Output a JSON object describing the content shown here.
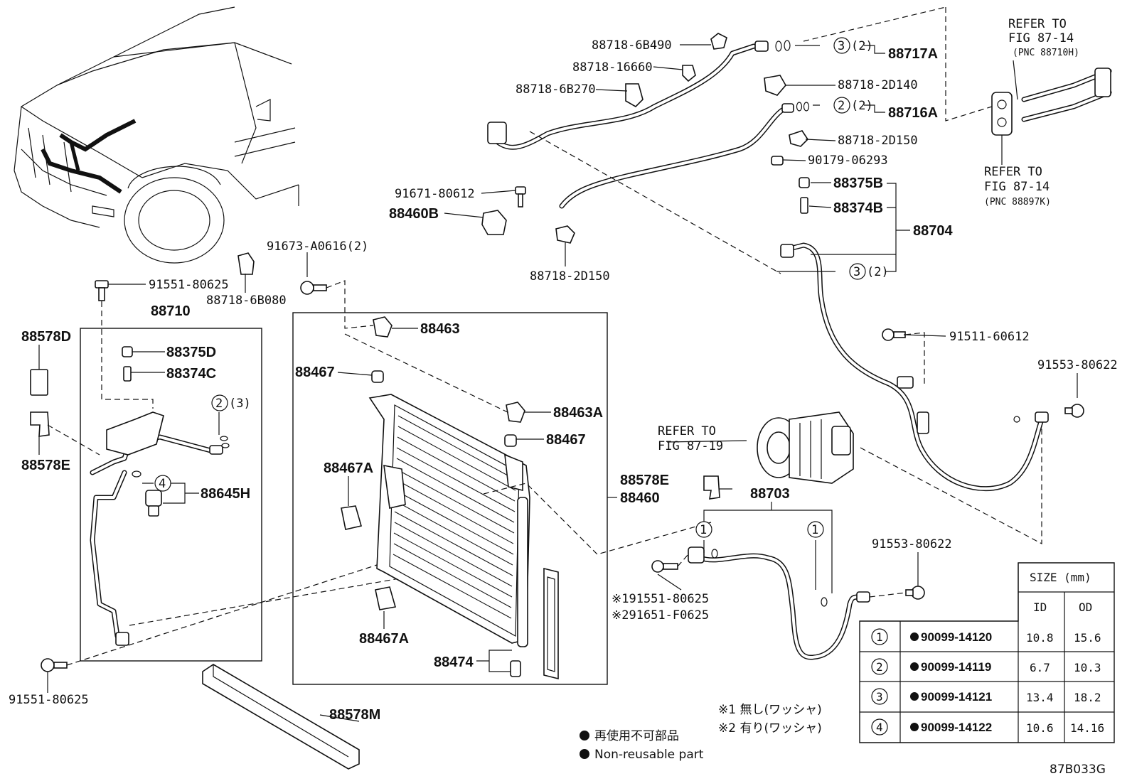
{
  "labels": {
    "p88718_6B490": "88718-6B490",
    "p88718_16660": "88718-16660",
    "p88718_6B270": "88718-6B270",
    "p88717A": "88717A",
    "p88718_2D140": "88718-2D140",
    "p88716A": "88716A",
    "p88718_2D150a": "88718-2D150",
    "p90179": "90179-06293",
    "p88375B": "88375B",
    "p88374B": "88374B",
    "p88704": "88704",
    "p91671": "91671-80612",
    "p88460B": "88460B",
    "p88718_2D150b": "88718-2D150",
    "p91673": "91673-A0616(2)",
    "p88718_6B080": "88718-6B080",
    "p91551_top": "91551-80625",
    "p88710": "88710",
    "p88578D": "88578D",
    "p88375D": "88375D",
    "p88374C": "88374C",
    "p88578E_left": "88578E",
    "p88645H": "88645H",
    "p91551_bottom": "91551-80625",
    "p88463": "88463",
    "p88467_a": "88467",
    "p88463A": "88463A",
    "p88467_b": "88467",
    "p88467A_a": "88467A",
    "p88467A_b": "88467A",
    "p88474": "88474",
    "p88578M": "88578M",
    "p88578E_right": "88578E",
    "p88460": "88460",
    "p88703": "88703",
    "p91511": "91511-60612",
    "p91553_a": "91553-80622",
    "p91553_b": "91553-80622",
    "note1": "※191551-80625",
    "note2": "※291651-F0625",
    "qty2a": "(2)",
    "qty2b": "(2)",
    "qty2c": "(2)",
    "qty3": "(3)",
    "refer1_l1": "REFER TO",
    "refer1_l2": "FIG 87-14",
    "refer1_l3": "(PNC 88710H)",
    "refer2_l1": "REFER TO",
    "refer2_l2": "FIG 87-14",
    "refer2_l3": "(PNC 88897K)",
    "refer3_l1": "REFER TO",
    "refer3_l2": "FIG 87-19",
    "circle1": "1",
    "circle2": "2",
    "circle3": "3",
    "circle4": "4"
  },
  "size_table": {
    "title": "SIZE (mm)",
    "col_id": "ID",
    "col_od": "OD",
    "rows": [
      {
        "no": "1",
        "part": "90099-14120",
        "id": "10.8",
        "od": "15.6"
      },
      {
        "no": "2",
        "part": "90099-14119",
        "id": "6.7",
        "od": "10.3"
      },
      {
        "no": "3",
        "part": "90099-14121",
        "id": "13.4",
        "od": "18.2"
      },
      {
        "no": "4",
        "part": "90099-14122",
        "id": "10.6",
        "od": "14.16"
      }
    ]
  },
  "legend": {
    "washer1": "※1 無し(ワッシャ)",
    "washer2": "※2 有り(ワッシャ)",
    "nonreuse_jp": "再使用不可部品",
    "nonreuse_en": "Non-reusable part"
  },
  "figure_code": "87B033G"
}
